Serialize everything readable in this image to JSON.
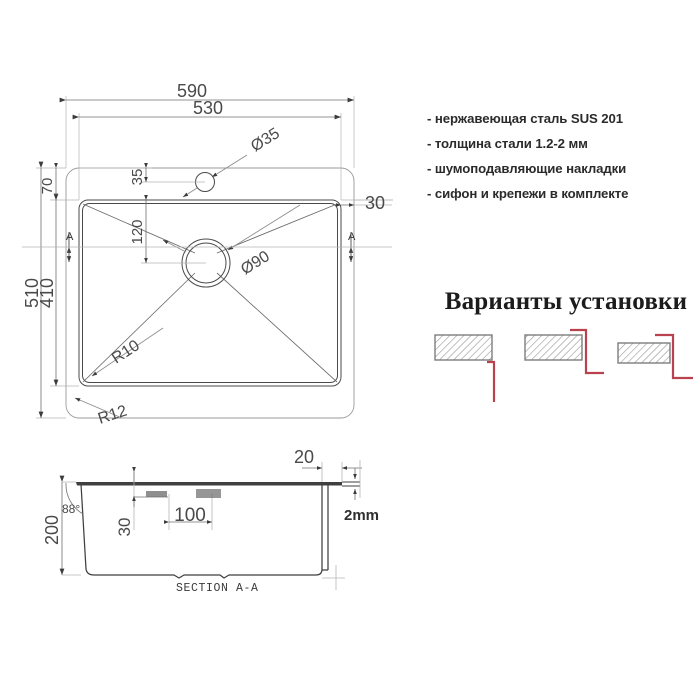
{
  "page": {
    "background": "#ffffff",
    "line_color": "#555555",
    "text_color": "#3a3a3a",
    "accent_red": "#b8434f"
  },
  "specs": {
    "items": [
      "- нержавеющая сталь SUS 201",
      "- толщина стали 1.2-2 мм",
      "- шумоподавляющие накладки",
      "- сифон и крепежи в комплекте"
    ]
  },
  "install": {
    "heading": "Варианты установки",
    "variants": [
      {
        "name": "undermount",
        "label": ""
      },
      {
        "name": "flush-mount",
        "label": ""
      },
      {
        "name": "top-mount",
        "label": ""
      }
    ]
  },
  "plan_view": {
    "name": "top-plan-view",
    "dimensions": {
      "overall_width": "590",
      "bowl_width": "530",
      "overall_height": "510",
      "bowl_height": "410",
      "rim_top": "70",
      "rim_right": "30",
      "faucet_hole_offset": "35",
      "drain_offset": "120",
      "faucet_hole_dia": "Ø35",
      "drain_dia": "Ø90",
      "inner_radius": "R10",
      "outer_radius": "R12"
    },
    "section_marker": "A"
  },
  "section_view": {
    "name": "section-a-a",
    "title": "SECTION A-A",
    "dimensions": {
      "depth": "200",
      "wall_angle": "88°",
      "top_offset": "30",
      "drain_offset": "100",
      "rim_width": "20",
      "thickness": "2mm"
    }
  }
}
